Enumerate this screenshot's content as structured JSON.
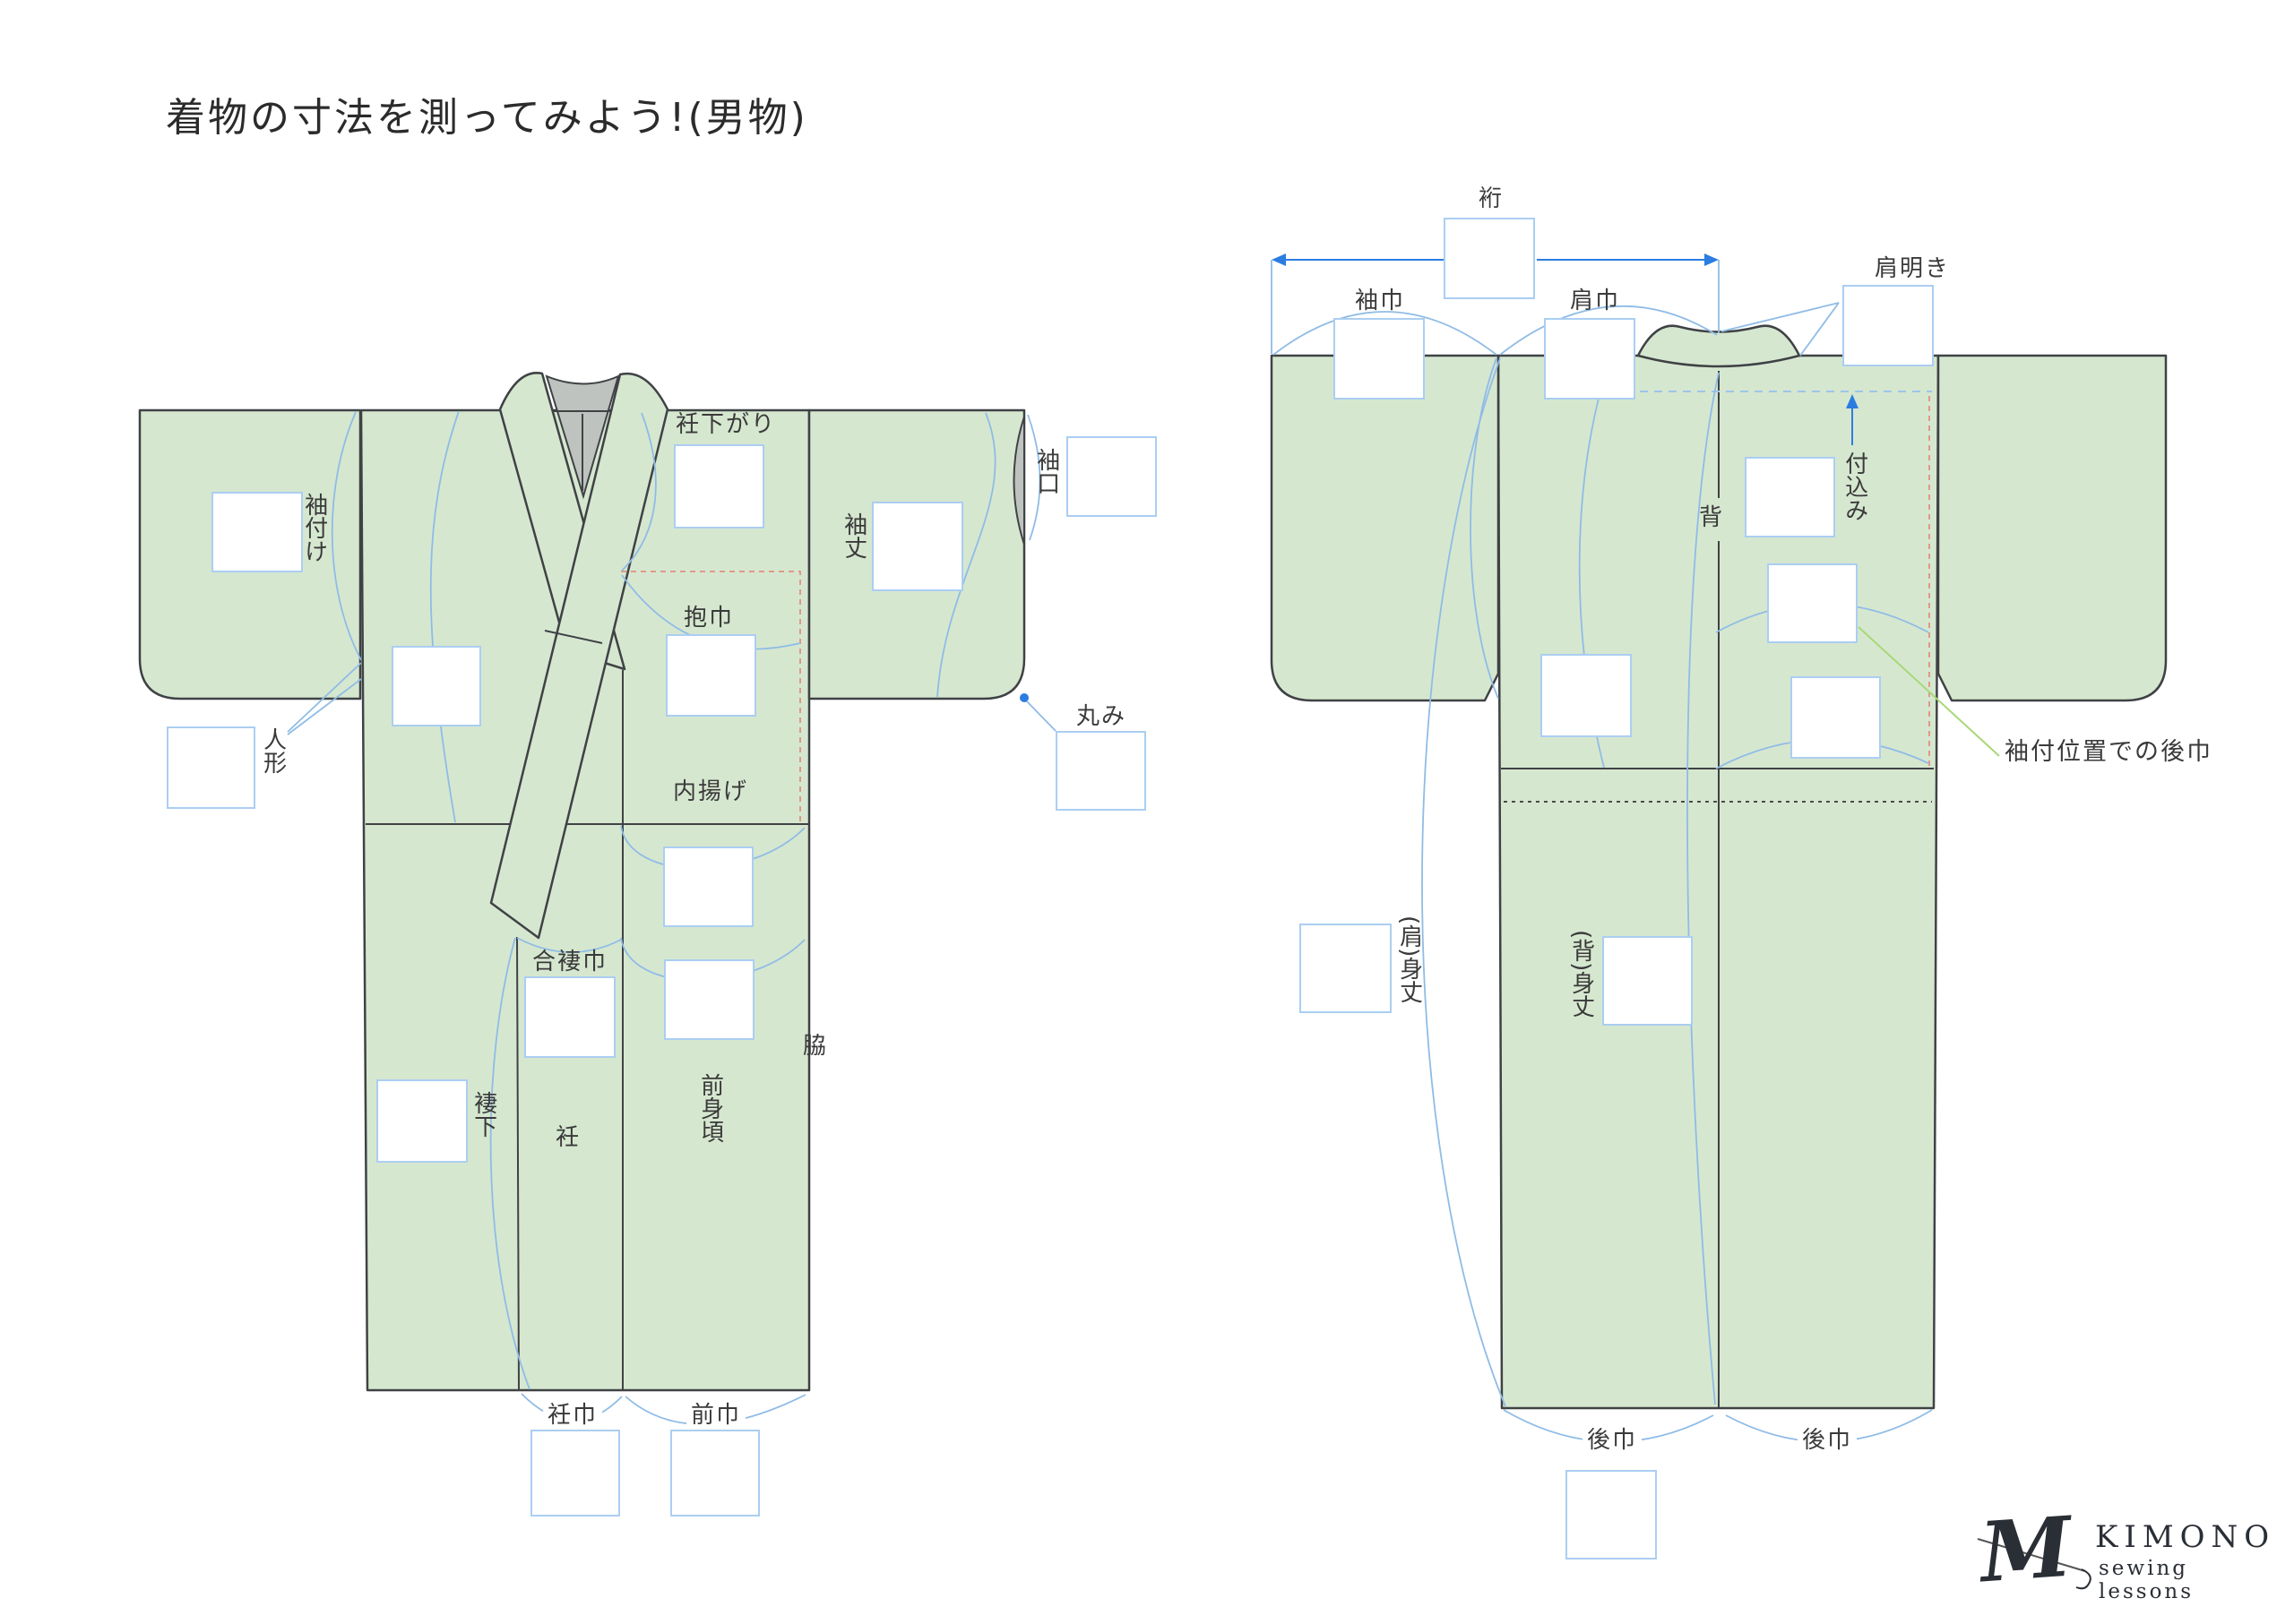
{
  "title": "着物の寸法を測ってみよう!(男物)",
  "front": {
    "sodetsuke": "袖付け",
    "ningyo": "人形",
    "okumisagari": "衽下がり",
    "sodetake": "袖丈",
    "sodeguchi": "袖口",
    "dakihaba": "抱巾",
    "marumi": "丸み",
    "uchiage": "内揚げ",
    "aizumahaba": "合褄巾",
    "tsumashita": "褄下",
    "okumi": "衽",
    "maemigoro": "前身頃",
    "waki": "脇",
    "okumihaba": "衽巾",
    "maehaba": "前巾"
  },
  "back": {
    "yuki": "裄",
    "sodehaba": "袖巾",
    "katahaba": "肩巾",
    "kataaki": "肩明き",
    "tsukekomi": "付込み",
    "se": "背",
    "ushirohaba_at_sodetsuke": "袖付位置での後巾",
    "kata_mitake": "(肩)身丈",
    "se_mitake": "(背)身丈",
    "ushirohaba_left": "後巾",
    "ushirohaba_right": "後巾"
  },
  "logo": {
    "monogram": "M",
    "brand": "KIMONO",
    "subtitle": "sewing lessons"
  },
  "colors": {
    "kimono_green": "#d6e7d0",
    "outline": "#3f4245",
    "collar_gray": "#bfc3bf",
    "annotation_blue": "#8fbce6",
    "box_border_blue": "#abcef2",
    "arrow_blue": "#2b7de0",
    "dash_red": "#e2907e",
    "leader_green": "#a8d878"
  },
  "input_box_count": 25
}
